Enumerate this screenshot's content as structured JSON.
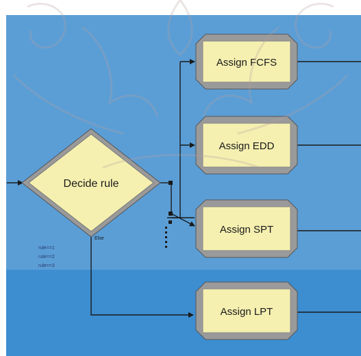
{
  "flowchart": {
    "decide_module": {
      "label": "Decide rule",
      "else_label": "Else"
    },
    "condition_labels": [
      "rule==1",
      "rule==2",
      "rule==3"
    ],
    "assign_modules": [
      {
        "id": "fcfs",
        "label": "Assign FCFS"
      },
      {
        "id": "edd",
        "label": "Assign EDD"
      },
      {
        "id": "spt",
        "label": "Assign SPT"
      },
      {
        "id": "lpt",
        "label": "Assign LPT"
      }
    ]
  },
  "colors": {
    "canvas_upper": "#5b9ed6",
    "canvas_lower": "#3d8ed1",
    "module_fill": "#f5f0b0",
    "module_bevel": "#9a9a9a",
    "connector": "#1a1a1a",
    "watermark": "#b8a0a0"
  }
}
